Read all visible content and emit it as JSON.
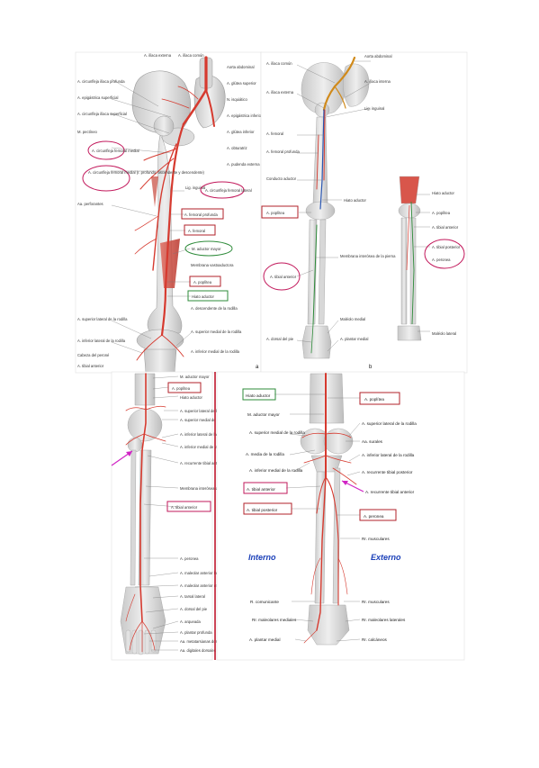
{
  "panels": {
    "a": {
      "letter": "a",
      "labels": [
        "A. ilíaca común",
        "A. ilíaca externa",
        "Aorta abdominal",
        "A. circunfleja ilíaca profunda",
        "A. epigástrica superficial",
        "A. circunfleja ilíaca superficial",
        "M. pectíneo",
        "A. circunfleja femoral medial",
        "A. circunfleja femoral medial (r. profundo, ascendente y descendente)",
        "Aa. perforantes",
        "A. circunfleja femoral lateral",
        "A. femoral profunda",
        "A. femoral",
        "M. aductor mayor",
        "Membrana vastoaductora",
        "A. poplítea",
        "Hiato aductor",
        "A. descendente de la rodilla",
        "A. superior lateral de la rodilla",
        "A. superior medial de la rodilla",
        "A. inferior lateral de la rodilla",
        "A. inferior medial de la rodilla",
        "Cabeza del peroné",
        "A. tibial anterior",
        "A. glútea superior",
        "N. isquiático",
        "A. glútea inferior",
        "A. epigástrica inferior",
        "A. obturatriz",
        "Lig. inguinal",
        "A. pudenda externa"
      ],
      "highlighted": [
        "A. circunfleja femoral medial",
        "A. circunfleja femoral lateral",
        "A. femoral profunda",
        "A. femoral",
        "M. aductor mayor",
        "A. poplítea",
        "Hiato aductor"
      ]
    },
    "b": {
      "letter": "b",
      "labels": [
        "A. ilíaca común",
        "A. ilíaca externa",
        "Aorta abdominal",
        "A. ilíaca interna",
        "Lig. inguinal",
        "A. femoral",
        "A. femoral profunda",
        "Conducto aductor",
        "Hiato aductor",
        "A. poplítea",
        "Membrana interósea de la pierna",
        "A. tibial anterior",
        "Maléolo medial",
        "A. dorsal del pie",
        "A. plantar medial",
        "Hiato aductor",
        "A. poplítea",
        "A. tibial anterior",
        "A. tibial posterior",
        "A. peronea",
        "Maléolo lateral"
      ]
    },
    "c": {
      "labels": [
        "M. aductor mayor",
        "A. poplítea",
        "Hiato aductor",
        "A. superior lateral de la rodilla",
        "A. superior medial de la rodilla",
        "A. inferior lateral de la rodilla",
        "A. inferior medial de la rodilla",
        "A. recurrente tibial anterior",
        "Membrana interósea de la pierna",
        "A. tibial anterior",
        "A. peronea",
        "A. maleolar anterior lateral",
        "A. maleolar anterior medial",
        "A. tarsal lateral",
        "A. dorsal del pie",
        "A. arqueada",
        "A. plantar profunda",
        "Aa. metatarsianas dorsales",
        "Aa. digitales dorsales"
      ]
    },
    "d": {
      "interno": "Interno",
      "externo": "Externo",
      "labels_left": [
        "Hiato aductor",
        "M. aductor mayor",
        "A. superior medial de la rodilla",
        "A. media de la rodilla",
        "A. inferior medial de la rodilla",
        "A. tibial anterior",
        "A. tibial posterior",
        "R. comunicante",
        "Rr. maleolares mediales",
        "A. plantar medial"
      ],
      "labels_right": [
        "A. poplítea",
        "A. superior lateral de la rodilla",
        "Aa. surales",
        "A. inferior lateral de la rodilla",
        "A. recurrente tibial posterior",
        "A. recurrente tibial anterior",
        "A. peronea",
        "Rr. musculares",
        "Rr. musculares",
        "Rr. maleolares laterales",
        "Rr. calcáneos"
      ]
    }
  },
  "colors": {
    "artery": "#d63a2f",
    "box_red": "#b2222a",
    "box_green": "#2e8b3a",
    "circle_magenta": "#c2185b",
    "arrow_magenta": "#d024c4",
    "label_blue": "#1a3fb8",
    "divider": "#c0182d"
  }
}
